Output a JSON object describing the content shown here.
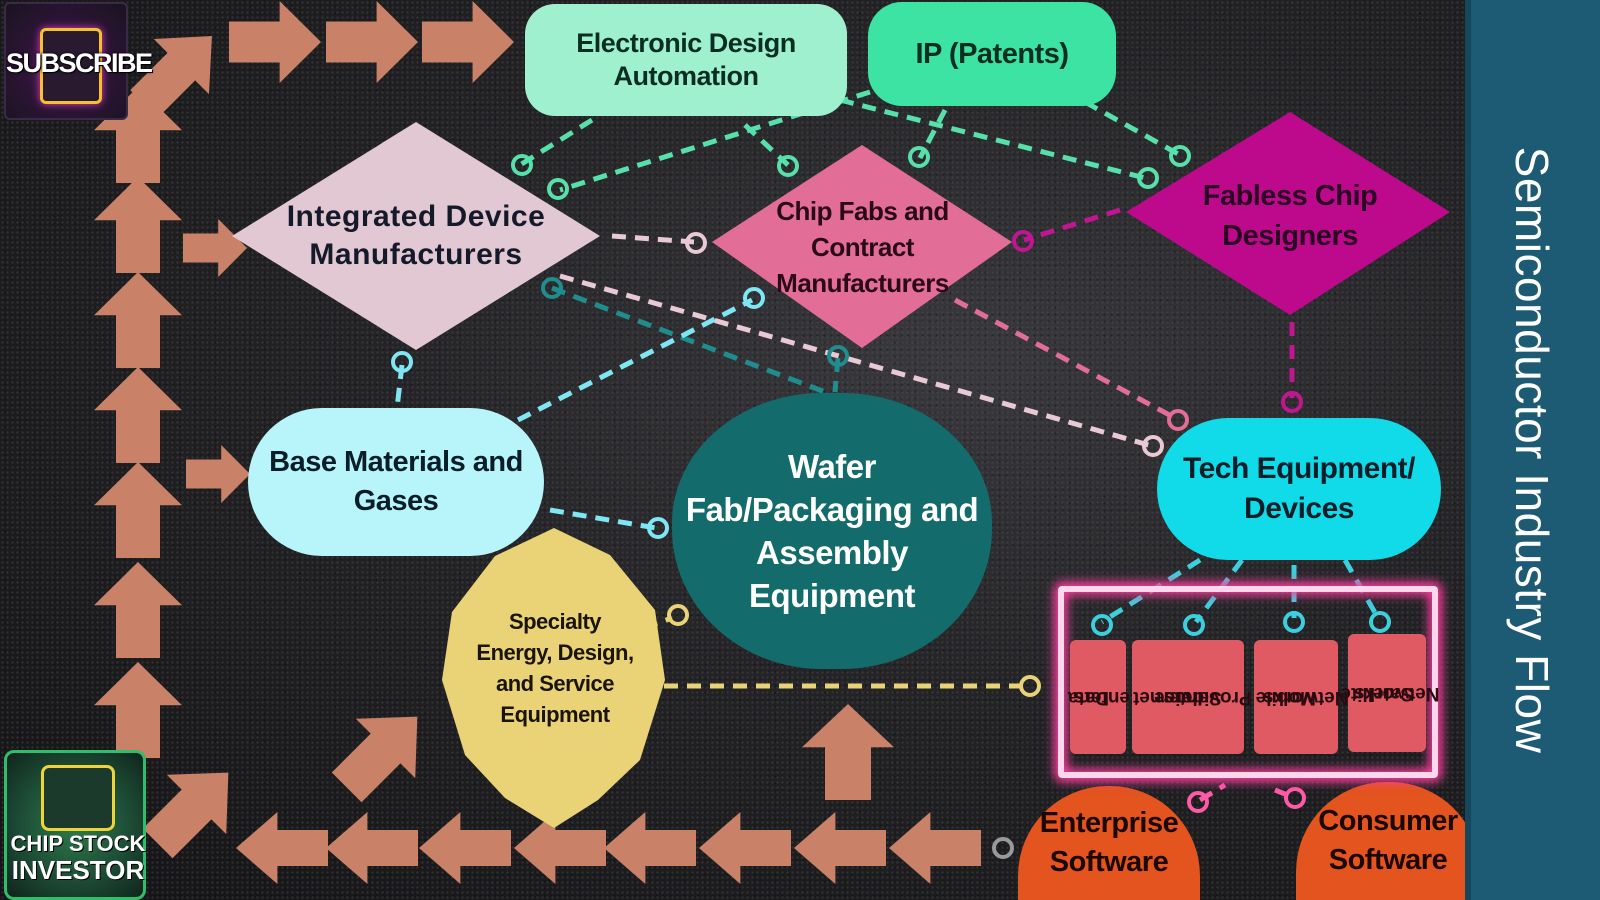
{
  "title": "Semiconductor Industry Flow",
  "subscribe_label": "SUBSCRIBE",
  "brand": {
    "line1": "CHIP STOCK",
    "line2": "INVESTOR"
  },
  "nodes": {
    "eda": {
      "label": "Electronic Design Automation",
      "color": "#9ef0cf"
    },
    "ip": {
      "label": "IP (Patents)",
      "color": "#3de3a3"
    },
    "idm": {
      "label": "Integrated Device Manufacturers",
      "color": "#e2c8d3"
    },
    "fabs": {
      "label": "Chip Fabs and Contract Manufacturers",
      "color": "#e26d96"
    },
    "fabless": {
      "label": "Fabless Chip Designers",
      "color": "#bd0a8d"
    },
    "base_materials": {
      "label": "Base Materials and Gases",
      "color": "#b8f5fb"
    },
    "wafer_fab": {
      "label": "Wafer Fab/Packaging and Assembly Equipment",
      "color": "#146b6b"
    },
    "tech_equipment": {
      "label": "Tech Equipment/ Devices",
      "color": "#12dbe9"
    },
    "specialty": {
      "label": "Specialty Energy, Design, and Service Equipment",
      "color": "#ead277"
    },
    "enterprise": {
      "label": "Enterprise Software",
      "color": "#e3541e"
    },
    "consumer": {
      "label": "Consumer Software",
      "color": "#e3541e"
    }
  },
  "end_markets": [
    {
      "label_line1": "Data",
      "label_line2": "Centers"
    },
    {
      "label_line1": "Internet",
      "label_line2": "Service",
      "label_line3": "Providers"
    },
    {
      "label_line1": "Mobile",
      "label_line2": "Networks"
    },
    {
      "label_line1": "Satellite",
      "label_line2": "Networks"
    }
  ],
  "colors": {
    "arrow": "#c98167",
    "sidebar": "#1d5a73",
    "neon_frame": "#ff3f9f",
    "market_box": "#e05a63"
  }
}
